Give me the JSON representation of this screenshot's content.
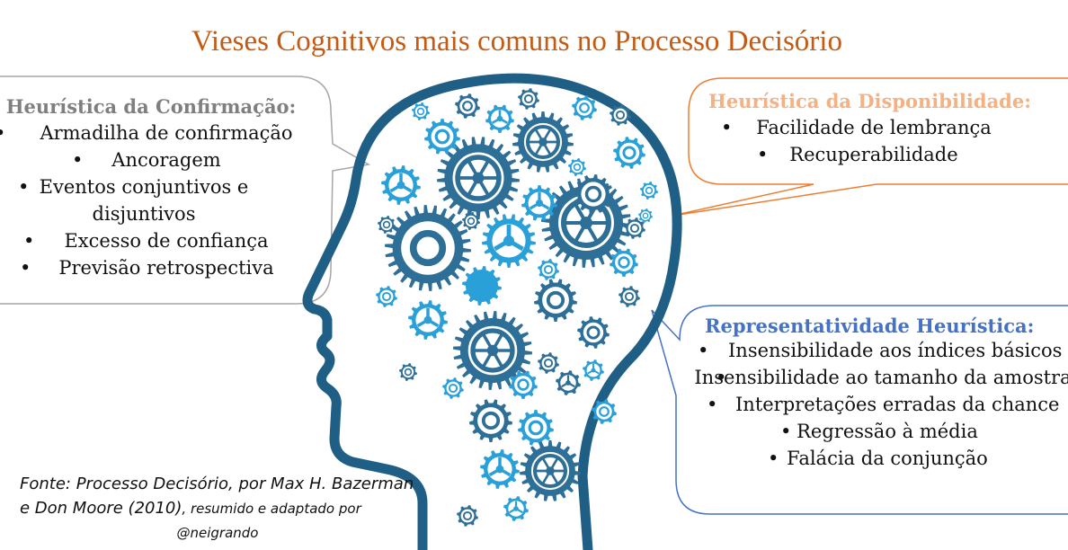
{
  "title": "Vieses Cognitivos mais comuns no Processo Decisório",
  "colors": {
    "title": "#c55a11",
    "head_outline": "#1f5f86",
    "gear_dark": "#2e6f97",
    "gear_light": "#2aa0d8",
    "bubble_left": "#a6a6a6",
    "bubble_orange": "#ed7d31",
    "bubble_blue": "#4472c4"
  },
  "bubbles": {
    "confirmacao": {
      "heading": "Heurística da Confirmação:",
      "items": [
        "Armadilha de confirmação",
        "Ancoragem",
        "Eventos conjuntivos e disjuntivos",
        "Excesso de confiança",
        "Previsão retrospectiva"
      ]
    },
    "disponibilidade": {
      "heading": "Heurística da Disponibilidade:",
      "items": [
        "Facilidade de lembrança",
        "Recuperabilidade"
      ]
    },
    "representatividade": {
      "heading": "Representatividade Heurística:",
      "items": [
        "Insensibilidade aos índices básicos",
        "Insensibilidade ao tamanho da amostra",
        "Interpretações erradas da chance",
        "Regressão à média",
        "Falácia da conjunção"
      ]
    }
  },
  "source": {
    "line1": "Fonte: Processo Decisório, por Max H. Bazerman",
    "line2": "e Don Moore (2010)",
    "line2_small": ", resumido e adaptado por",
    "handle": "@neigrando"
  },
  "bullet": "•"
}
